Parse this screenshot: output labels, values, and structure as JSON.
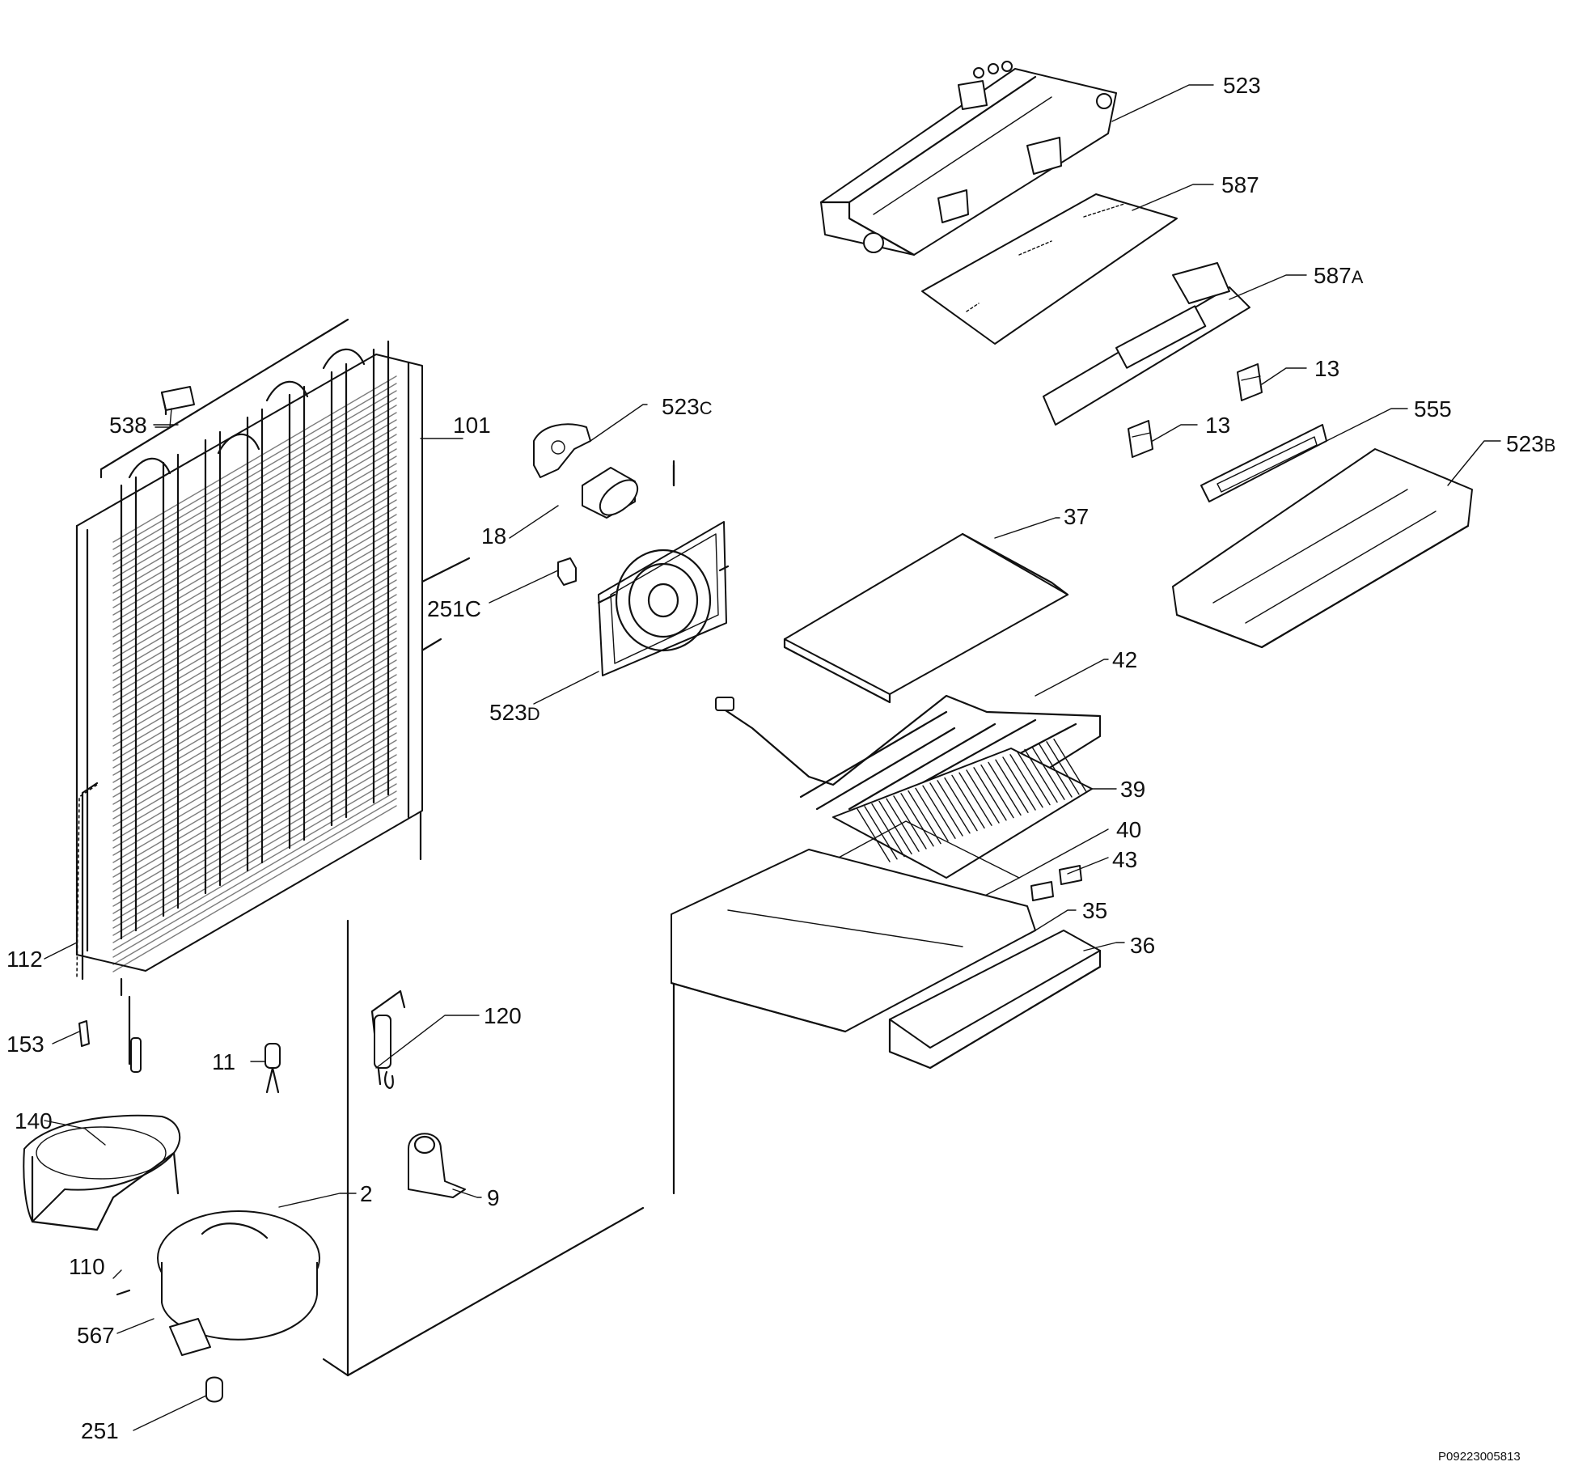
{
  "diagram": {
    "reference": "P09223005813",
    "labels": {
      "l523": "523",
      "l587": "587",
      "l587a_num": "587",
      "l587a_suf": "A",
      "l13a": "13",
      "l13b": "13",
      "l555": "555",
      "l523b_num": "523",
      "l523b_suf": "B",
      "l523c_num": "523",
      "l523c_suf": "C",
      "l538": "538",
      "l101": "101",
      "l18": "18",
      "l251c_num": "251",
      "l251c_suf": "C",
      "l523d_num": "523",
      "l523d_suf": "D",
      "l37": "37",
      "l42": "42",
      "l39": "39",
      "l40": "40",
      "l43": "43",
      "l35": "35",
      "l36": "36",
      "l112": "112",
      "l153": "153",
      "l120": "120",
      "l11": "11",
      "l140": "140",
      "l2": "2",
      "l9": "9",
      "l110": "110",
      "l567": "567",
      "l251": "251"
    }
  }
}
